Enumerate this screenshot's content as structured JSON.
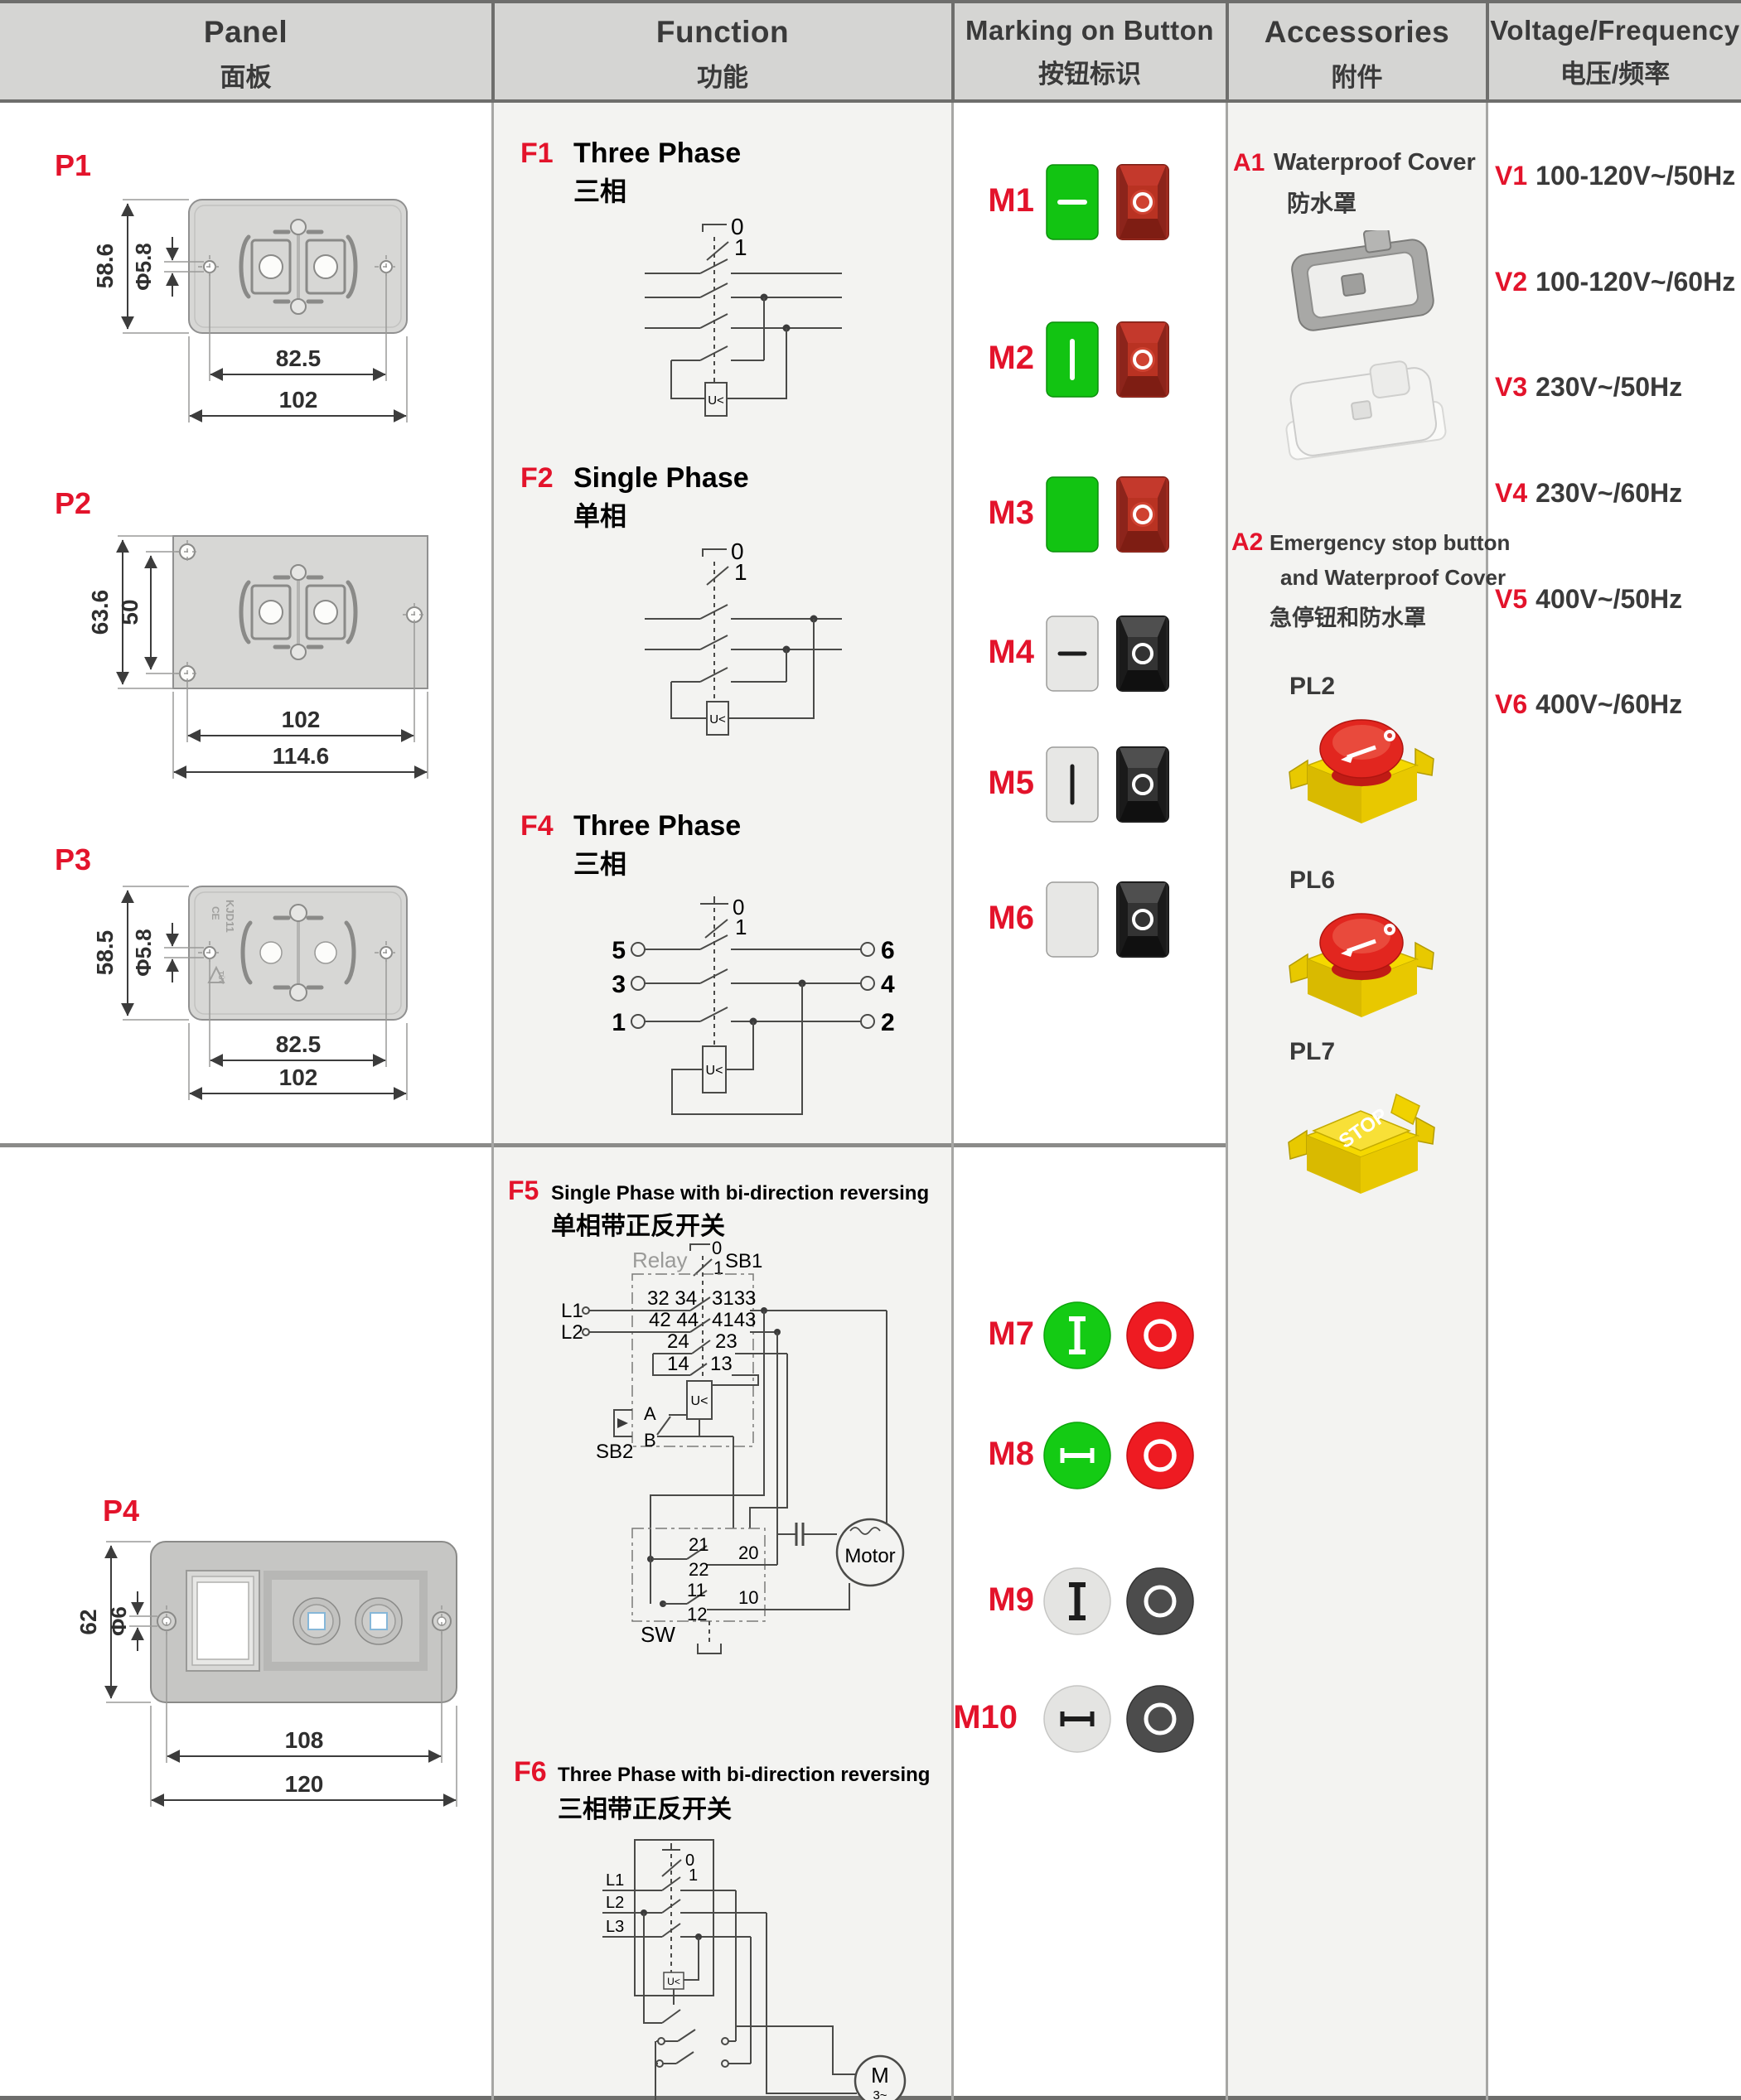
{
  "header": {
    "panel_en": "Panel",
    "panel_zh": "面板",
    "function_en": "Function",
    "function_zh": "功能",
    "marking_en": "Marking on Button",
    "marking_zh": "按钮标识",
    "accessories_en": "Accessories",
    "accessories_zh": "附件",
    "voltage_en": "Voltage/Frequency",
    "voltage_zh": "电压/频率"
  },
  "panels": {
    "p1": {
      "id": "P1",
      "height": "58.6",
      "hole": "Φ5.8",
      "holes_span": "82.5",
      "width": "102"
    },
    "p2": {
      "id": "P2",
      "height": "63.6",
      "holes_span_v": "50",
      "holes_span": "102",
      "width": "114.6"
    },
    "p3": {
      "id": "P3",
      "height": "58.5",
      "hole": "Φ5.8",
      "holes_span": "82.5",
      "width": "102",
      "model": "KJD11",
      "ce": "CE",
      "tuv": "TÜV"
    },
    "p4": {
      "id": "P4",
      "height": "62",
      "hole": "Φ6",
      "holes_span": "108",
      "width": "120"
    }
  },
  "functions": {
    "f1": {
      "id": "F1",
      "en": "Three Phase",
      "zh": "三相",
      "pos0": "0",
      "pos1": "1",
      "uv": "U<"
    },
    "f2": {
      "id": "F2",
      "en": "Single Phase",
      "zh": "单相",
      "pos0": "0",
      "pos1": "1",
      "uv": "U<"
    },
    "f4": {
      "id": "F4",
      "en": "Three Phase",
      "zh": "三相",
      "pos0": "0",
      "pos1": "1",
      "uv": "U<",
      "t5": "5",
      "t3": "3",
      "t1": "1",
      "t6": "6",
      "t4": "4",
      "t2": "2"
    },
    "f5": {
      "id": "F5",
      "en": "Single Phase with bi-direction reversing",
      "zh": "单相带正反开关",
      "relay": "Relay",
      "sb1": "SB1",
      "sb2": "SB2",
      "pos0": "0",
      "pos1": "1",
      "l1": "L1",
      "l2": "L2",
      "c3234": "32 34",
      "c3133": "3133",
      "c4244": "42 44",
      "c4143": "4143",
      "c24": "24",
      "c23": "23",
      "c14": "14",
      "c13": "13",
      "uv": "U<",
      "a": "A",
      "b": "B",
      "sw": "SW",
      "c21": "21",
      "c22": "22",
      "c20": "20",
      "c11": "11",
      "c12": "12",
      "c10": "10",
      "motor": "Motor"
    },
    "f6": {
      "id": "F6",
      "en": "Three Phase with bi-direction reversing",
      "zh": "三相带正反开关",
      "pos0": "0",
      "pos1": "1",
      "l1": "L1",
      "l2": "L2",
      "l3": "L3",
      "uv": "U<",
      "m": "M",
      "m3": "3~"
    }
  },
  "markings": {
    "m1": {
      "id": "M1",
      "left": "green rect with minus bar",
      "right": "red keycap with O ring"
    },
    "m2": {
      "id": "M2",
      "left": "green rect with vertical bar",
      "right": "red keycap with O ring"
    },
    "m3": {
      "id": "M3",
      "left": "plain green rect",
      "right": "red keycap with O ring"
    },
    "m4": {
      "id": "M4",
      "left": "gray rect with minus bar",
      "right": "black keycap with O ring"
    },
    "m5": {
      "id": "M5",
      "left": "gray rect with vertical bar",
      "right": "black keycap with O ring"
    },
    "m6": {
      "id": "M6",
      "left": "plain gray rect",
      "right": "black keycap with O ring"
    },
    "m7": {
      "id": "M7",
      "left": "green circle with I",
      "right": "red circle with O ring"
    },
    "m8": {
      "id": "M8",
      "left": "green circle with I-beam",
      "right": "red circle with O ring"
    },
    "m9": {
      "id": "M9",
      "left": "gray circle with I",
      "right": "dark circle with O ring"
    },
    "m10": {
      "id": "M10",
      "left": "gray circle with I-beam",
      "right": "dark circle with O ring"
    }
  },
  "accessories": {
    "a1_id": "A1",
    "a1_en": "Waterproof Cover",
    "a1_zh": "防水罩",
    "a2_id": "A2",
    "a2_en1": "Emergency stop button",
    "a2_en2": "and Waterproof Cover",
    "a2_zh": "急停钮和防水罩",
    "pl2": "PL2",
    "pl6": "PL6",
    "pl7": "PL7",
    "stop_text": "STOP"
  },
  "voltages": [
    {
      "id": "V1",
      "value": "100-120V~/50Hz"
    },
    {
      "id": "V2",
      "value": "100-120V~/60Hz"
    },
    {
      "id": "V3",
      "value": "230V~/50Hz"
    },
    {
      "id": "V4",
      "value": "230V~/60Hz"
    },
    {
      "id": "V5",
      "value": "400V~/50Hz"
    },
    {
      "id": "V6",
      "value": "400V~/60Hz"
    }
  ],
  "colors": {
    "accent": "#e3132b",
    "green": "#12c412",
    "button_red": "#ee1b22",
    "button_dark": "#4c4c4c",
    "yellow": "#f5d800",
    "header_bg": "#d5d5d3"
  }
}
